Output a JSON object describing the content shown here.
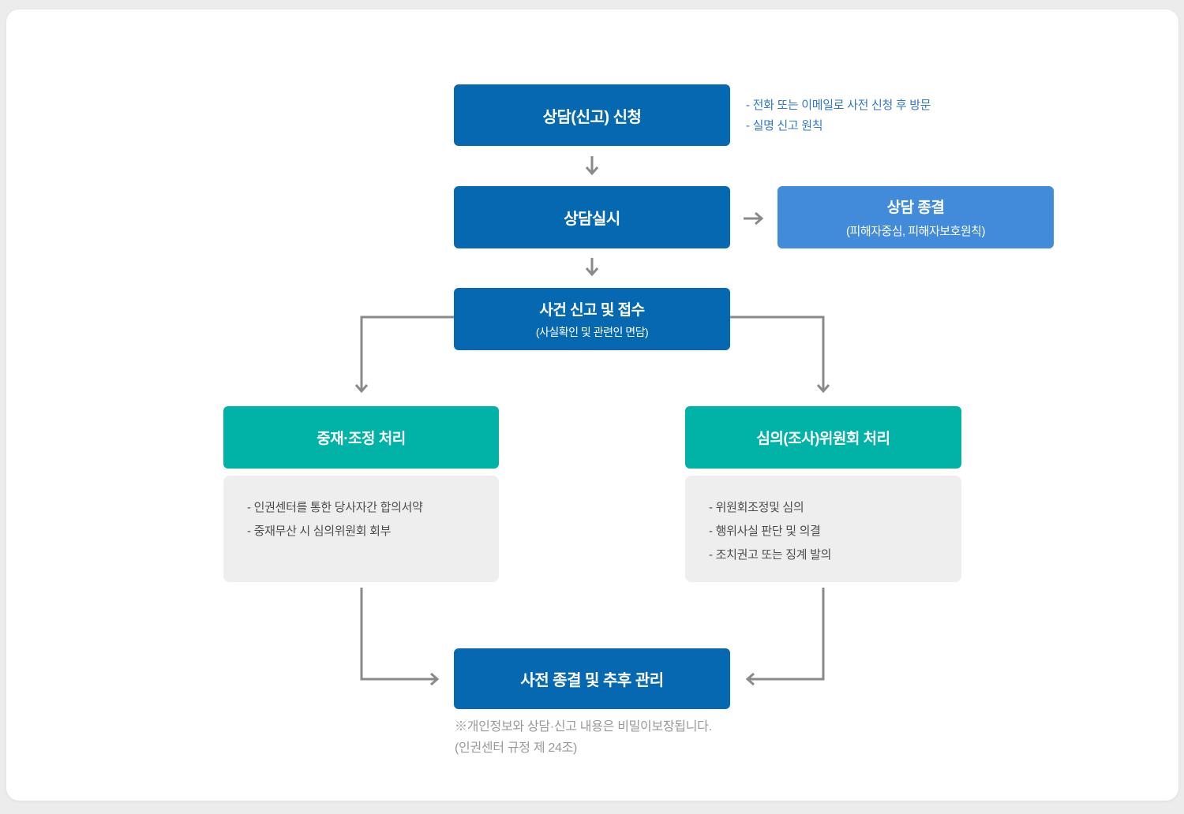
{
  "colors": {
    "primary_blue": "#0568b1",
    "light_blue": "#418bda",
    "teal": "#00b3a6",
    "connector_gray": "#8a8a8a",
    "note_blue": "#3277c8",
    "gray_box_bg": "#eeeeee",
    "page_bg": "#ececec",
    "panel_bg": "#ffffff"
  },
  "flow": {
    "apply": {
      "title": "상담(신고) 신청"
    },
    "apply_notes": [
      "- 전화 또는 이메일로 사전 신청 후 방문",
      "- 실명 신고 원칙"
    ],
    "counsel": {
      "title": "상담실시"
    },
    "counsel_end": {
      "title": "상담 종결",
      "subtitle": "(피해자중심, 피해자보호원칙)"
    },
    "report": {
      "title": "사건 신고 및 접수",
      "subtitle": "(사실확인 및 관련인 면담)"
    },
    "mediation": {
      "title": "중재·조정 처리",
      "notes": [
        "- 인권센터를 통한 당사자간 합의서약",
        "- 중재무산 시 심의위원회 회부"
      ]
    },
    "committee": {
      "title": "심의(조사)위원회 처리",
      "notes": [
        "- 위원회조정및 심의",
        "- 행위사실 판단 및 의결",
        "- 조치권고 또는 징계 발의"
      ]
    },
    "closure": {
      "title": "사전 종결 및 추후 관리"
    },
    "footnote": [
      "※개인정보와 상담·신고 내용은 비밀이보장됩니다.",
      "(인권센터 규정 제 24조)"
    ]
  }
}
